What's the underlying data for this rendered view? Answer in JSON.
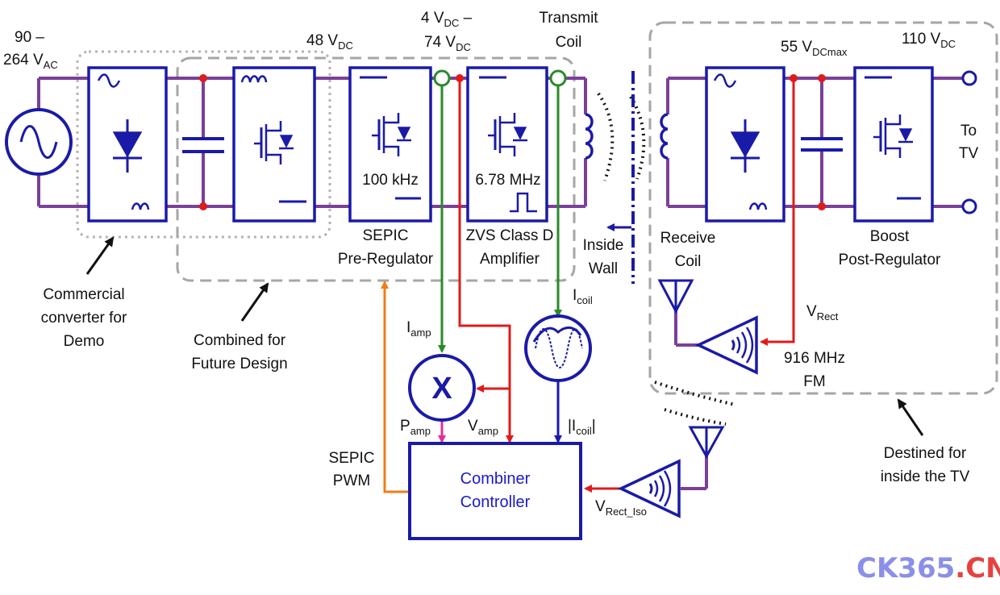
{
  "labels": {
    "ac_input": {
      "line1": "90 –",
      "line2": "264 V",
      "line2_sub": "AC"
    },
    "bus_48": {
      "text": "48 V",
      "sub": "DC"
    },
    "bus_4_74": {
      "line1": "4 V",
      "line1_sub": "DC",
      "line1_tail": " –",
      "line2": "74 V",
      "line2_sub": "DC"
    },
    "transmit_coil": {
      "line1": "Transmit",
      "line2": "Coil"
    },
    "v55": {
      "text": "55 V",
      "sub": "DCmax"
    },
    "v110": {
      "text": "110 V",
      "sub": "DC"
    },
    "to_tv": {
      "line1": "To",
      "line2": "TV"
    },
    "freq_100k": "100 kHz",
    "freq_678": "6.78 MHz",
    "sepic": {
      "line1": "SEPIC",
      "line2": "Pre-Regulator"
    },
    "zvs": {
      "line1": "ZVS Class D",
      "line2": "Amplifier"
    },
    "inside_wall": {
      "line1": "Inside",
      "line2": "Wall"
    },
    "receive_coil": {
      "line1": "Receive",
      "line2": "Coil"
    },
    "boost": {
      "line1": "Boost",
      "line2": "Post-Regulator"
    },
    "commercial": {
      "line1": "Commercial",
      "line2": "converter for",
      "line3": "Demo"
    },
    "combined": {
      "line1": "Combined for",
      "line2": "Future Design"
    },
    "destined": {
      "line1": "Destined for",
      "line2": "inside the TV"
    },
    "i_amp": {
      "text": "I",
      "sub": "amp"
    },
    "i_coil": {
      "text": "I",
      "sub": "coil"
    },
    "v_rect": {
      "text": "V",
      "sub": "Rect"
    },
    "fm": {
      "line1": "916 MHz",
      "line2": "FM"
    },
    "p_amp": {
      "text": "P",
      "sub": "amp"
    },
    "v_amp": {
      "text": "V",
      "sub": "amp"
    },
    "abs_icoil": {
      "pre": "|I",
      "sub": "coil",
      "post": "|"
    },
    "sepic_pwm": {
      "line1": "SEPIC",
      "line2": "PWM"
    },
    "v_rect_iso": {
      "text": "V",
      "sub": "Rect_Iso"
    },
    "multiplier": "X",
    "controller": {
      "line1": "Combiner",
      "line2": "Controller"
    }
  },
  "watermark": {
    "part1": "CK365",
    "dot": ".",
    "part2": "CN"
  },
  "colors": {
    "block": "#1a1aa8",
    "power_line": "#7b3f99",
    "current_signal": "#2a8a2a",
    "voltage_signal": "#e01b1b",
    "pwm_signal": "#f07d1a",
    "power_signal": "#e0309a",
    "boundary": "#a6a6a6"
  }
}
